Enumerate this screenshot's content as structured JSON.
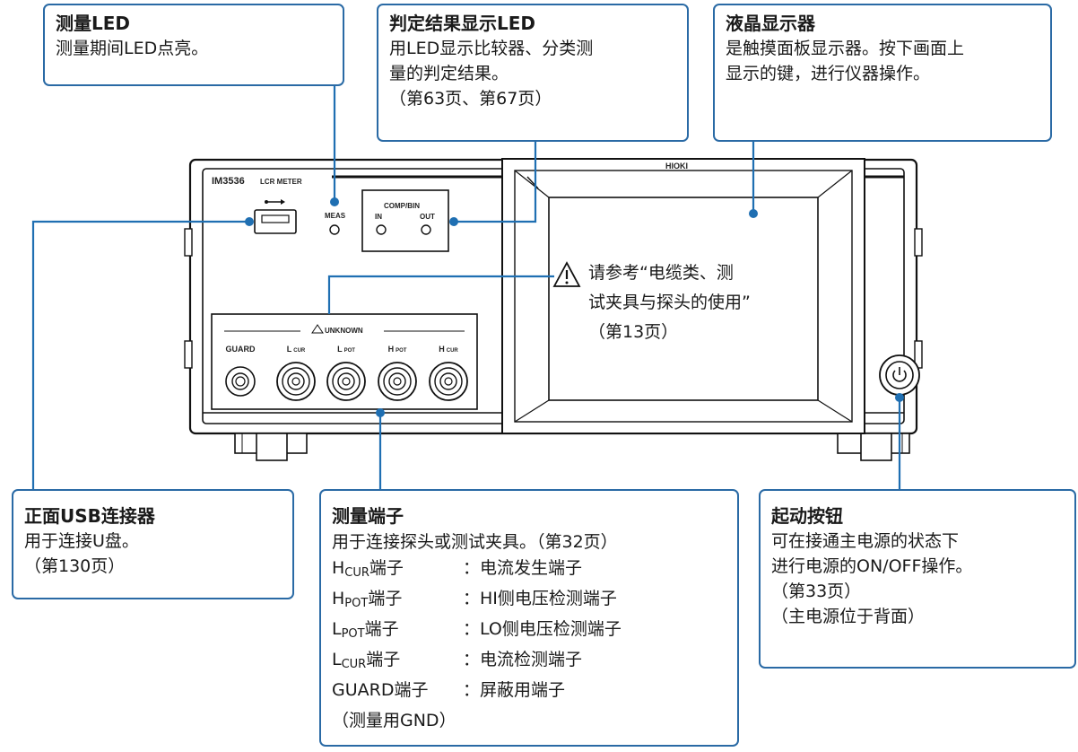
{
  "device": {
    "model": "IM3536",
    "model_suffix": "LCR METER",
    "brand": "HIOKI",
    "meas_label": "MEAS",
    "comp_label": "COMP/BIN",
    "in_label": "IN",
    "out_label": "OUT",
    "unknown_label": "UNKNOWN",
    "terminals": [
      {
        "name": "GUARD",
        "sub": ""
      },
      {
        "name": "L",
        "sub": "CUR"
      },
      {
        "name": "L",
        "sub": "POT"
      },
      {
        "name": "H",
        "sub": "POT"
      },
      {
        "name": "H",
        "sub": "CUR"
      }
    ]
  },
  "callouts": {
    "meas_led": {
      "title": "测量LED",
      "body": "测量期间LED点亮。"
    },
    "judge_led": {
      "title": "判定结果显示LED",
      "lines": [
        "用LED显示比较器、分类测",
        "量的判定结果。",
        "（第63页、第67页）"
      ]
    },
    "lcd": {
      "title": "液晶显示器",
      "lines": [
        "是触摸面板显示器。按下画面上",
        "显示的键，进行仪器操作。"
      ]
    },
    "usb": {
      "title": "正面USB连接器",
      "lines": [
        "用于连接U盘。",
        "（第130页）"
      ]
    },
    "terminals": {
      "title": "测量端子",
      "intro": "用于连接探头或测试夹具。（第32页）",
      "rows": [
        {
          "name": "H",
          "sub": "CUR",
          "suffix": "端子",
          "desc": "：电流发生端子"
        },
        {
          "name": "H",
          "sub": "POT",
          "suffix": "端子",
          "desc": "：HI侧电压检测端子"
        },
        {
          "name": "L",
          "sub": "POT",
          "suffix": "端子",
          "desc": "：LO侧电压检测端子"
        },
        {
          "name": "L",
          "sub": "CUR",
          "suffix": "端子",
          "desc": "：电流检测端子"
        },
        {
          "name": "GUARD",
          "sub": "",
          "suffix": "端子",
          "desc": "：屏蔽用端子"
        }
      ],
      "footer": "（测量用GND）"
    },
    "power": {
      "title": "起动按钮",
      "lines": [
        "可在接通主电源的状态下",
        "进行电源的ON/OFF操作。",
        "（第33页）",
        "（主电源位于背面）"
      ]
    },
    "warning": {
      "lines": [
        "请参考“电缆类、测",
        "试夹具与探头的使用”",
        "（第13页）"
      ]
    }
  }
}
